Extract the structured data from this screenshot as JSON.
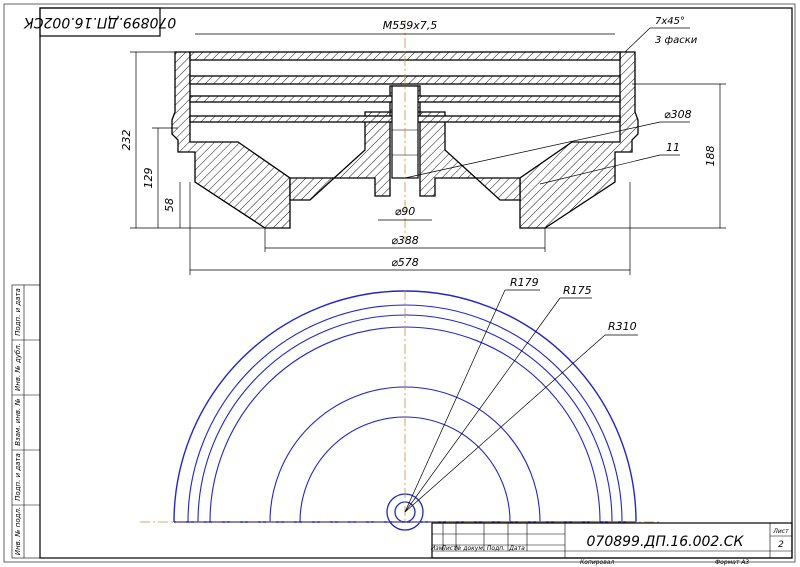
{
  "drawing": {
    "code_top": "070899.ДП.16.002СК",
    "code_main": "070899.ДП.16.002.СК",
    "chamfer_note": "7x45°",
    "chamfer_count": "3 фаски",
    "thread": "M559x7,5"
  },
  "dimensions": {
    "d308": "⌀308",
    "d90": "⌀90",
    "d388": "⌀388",
    "d578": "⌀578",
    "h232": "232",
    "h129": "129",
    "h58": "58",
    "h188": "188",
    "n11": "11",
    "r179": "R179",
    "r175": "R175",
    "r310": "R310"
  },
  "title_block": {
    "sheet_label": "Лист",
    "sheet_number": "2",
    "col_izm": "Изм",
    "col_list": "Лист",
    "col_doc": "№ докум.",
    "col_sign": "Подп.",
    "col_date": "Дата",
    "copied": "Копировал",
    "format": "Формат   А3"
  },
  "side_stamp": {
    "f1": "Подп. и дата",
    "f2": "Инв. № дубл.",
    "f3": "Взам. инв. №",
    "f4": "Подп. и дата",
    "f5": "Инв. № подл."
  },
  "colors": {
    "outline": "#000000",
    "plan_view": "#1c28c8",
    "axis": "#d08a3a"
  }
}
